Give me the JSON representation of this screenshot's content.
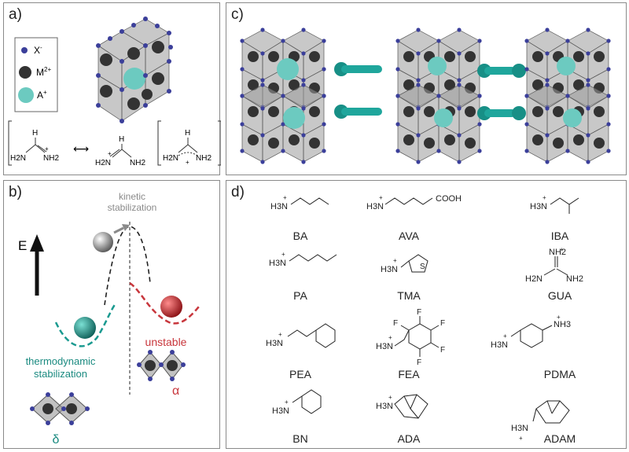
{
  "panels": {
    "a": {
      "label": "a)",
      "legend": [
        {
          "ion": "X",
          "charge": "-",
          "color": "#3b3f9a"
        },
        {
          "ion": "M",
          "charge": "2+",
          "color": "#333333"
        },
        {
          "ion": "A",
          "charge": "+",
          "color": "#6ccac0"
        }
      ],
      "resonance": {
        "struct1": {
          "top": "H",
          "left": "H2N",
          "right": "NH2",
          "plus": "+"
        },
        "arrow": "⟷",
        "struct2": {
          "top": "H",
          "left": "H2N",
          "right": "NH2",
          "plus": "+"
        },
        "struct3": {
          "top": "H",
          "left": "H2N",
          "right": "NH2",
          "plus": "+"
        }
      }
    },
    "b": {
      "label": "b)",
      "axis_label": "E",
      "kinetic": "kinetic\nstabilization",
      "kinetic_line1": "kinetic",
      "kinetic_line2": "stabilization",
      "thermo_line1": "thermodynamic",
      "thermo_line2": "stabilization",
      "unstable": "unstable",
      "alpha": "α",
      "delta": "δ",
      "colors": {
        "teal": "#1a8a80",
        "red": "#c8363c",
        "gray": "#8a8a8a"
      }
    },
    "c": {
      "label": "c)"
    },
    "d": {
      "label": "d)",
      "molecules": [
        {
          "name": "BA"
        },
        {
          "name": "AVA",
          "group": "COOH"
        },
        {
          "name": "IBA"
        },
        {
          "name": "PA"
        },
        {
          "name": "TMA",
          "hetero": "S"
        },
        {
          "name": "GUA",
          "groups": [
            "NH2",
            "H2N",
            "NH2"
          ]
        },
        {
          "name": "PEA"
        },
        {
          "name": "FEA",
          "substituent": "F"
        },
        {
          "name": "PDMA",
          "group": "NH3"
        },
        {
          "name": "BN"
        },
        {
          "name": "ADA"
        },
        {
          "name": "ADAM"
        }
      ],
      "amine": "H3N",
      "plus": "+"
    }
  }
}
